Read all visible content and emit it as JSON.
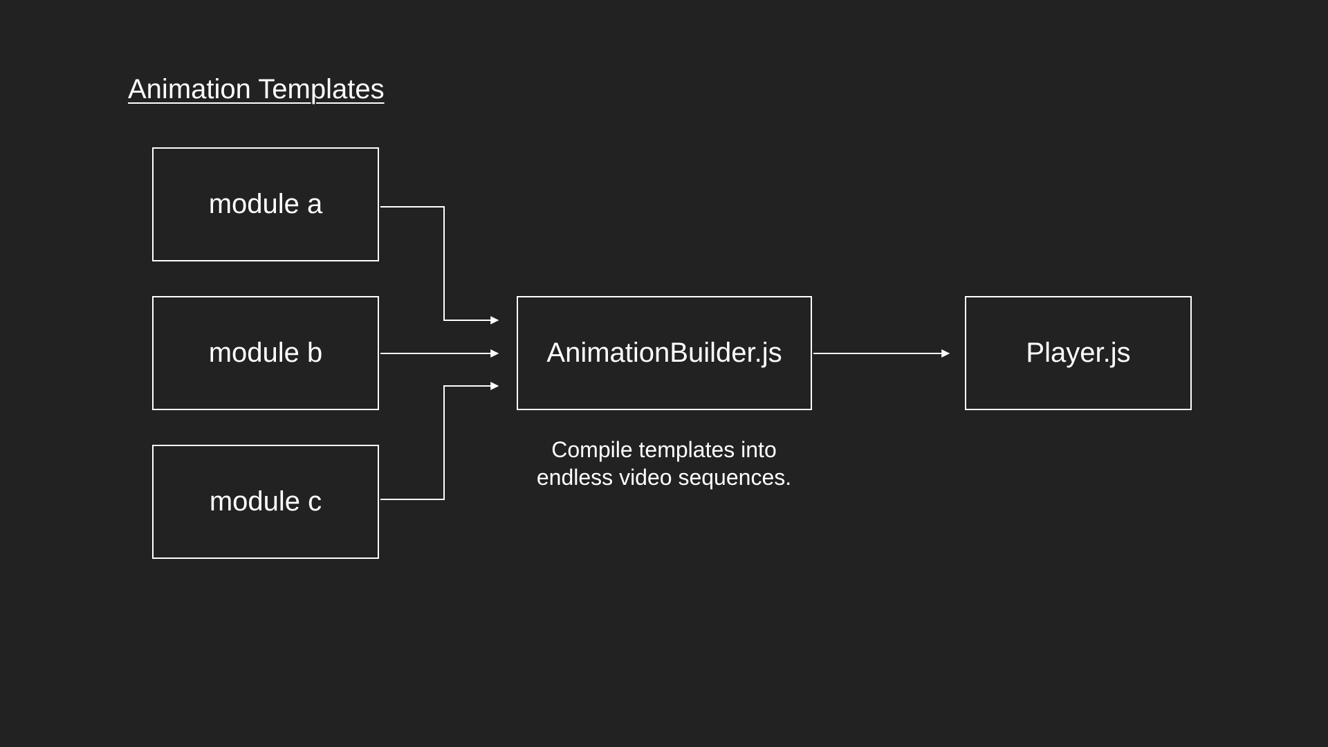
{
  "title": "Animation Templates",
  "nodes": {
    "module_a": "module a",
    "module_b": "module b",
    "module_c": "module c",
    "builder": "AnimationBuilder.js",
    "player": "Player.js"
  },
  "caption": {
    "line1": "Compile templates into",
    "line2": "endless video sequences."
  },
  "colors": {
    "background": "#222222",
    "stroke": "#ffffff",
    "text": "#ffffff"
  }
}
